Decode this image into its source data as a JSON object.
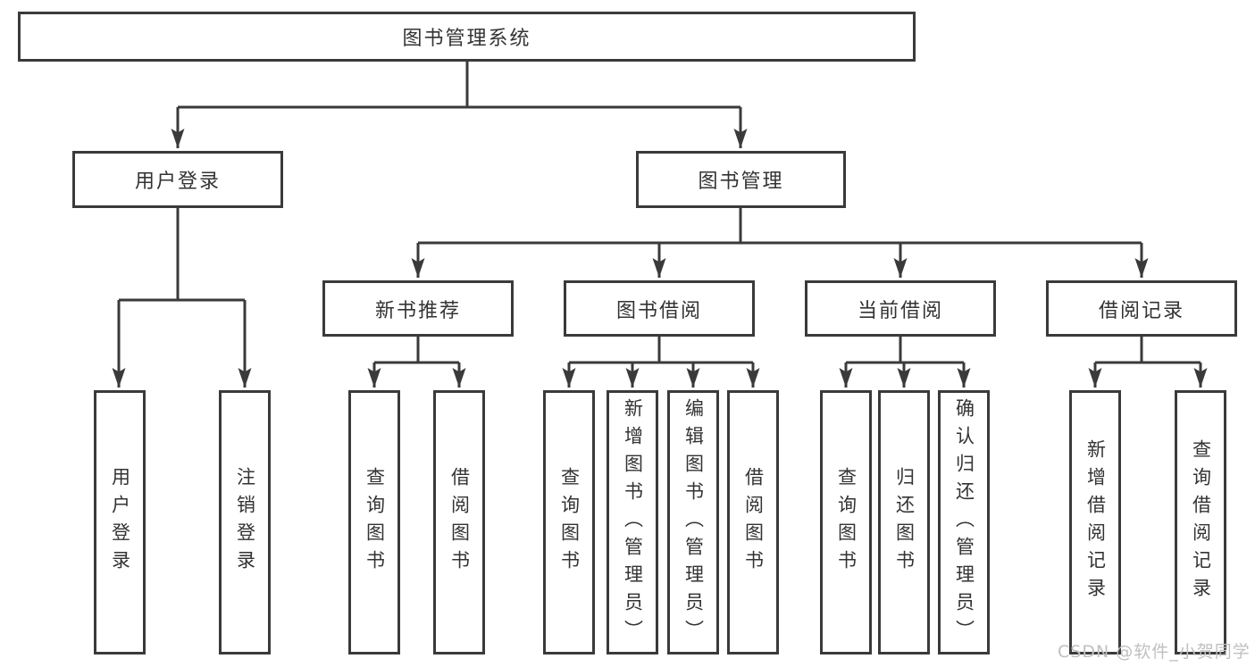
{
  "diagram": {
    "title": "图书管理系统",
    "branches": [
      {
        "label": "用户登录",
        "children": [
          {
            "label": "用户登录"
          },
          {
            "label": "注销登录"
          }
        ]
      },
      {
        "label": "图书管理",
        "children": [
          {
            "label": "新书推荐",
            "children": [
              {
                "label": "查询图书"
              },
              {
                "label": "借阅图书"
              }
            ]
          },
          {
            "label": "图书借阅",
            "children": [
              {
                "label": "查询图书"
              },
              {
                "label": "新增图书（管理员）"
              },
              {
                "label": "编辑图书（管理员）"
              },
              {
                "label": "借阅图书"
              }
            ]
          },
          {
            "label": "当前借阅",
            "children": [
              {
                "label": "查询图书"
              },
              {
                "label": "归还图书"
              },
              {
                "label": "确认归还（管理员）"
              }
            ]
          },
          {
            "label": "借阅记录",
            "children": [
              {
                "label": "新增借阅记录"
              },
              {
                "label": "查询借阅记录"
              }
            ]
          }
        ]
      }
    ]
  },
  "watermark": {
    "text": "CSDN @软件_小贺同学"
  },
  "colors": {
    "line": "#3a3a3a",
    "text": "#333333",
    "watermark": "#c0c0c0",
    "background": "#ffffff"
  }
}
